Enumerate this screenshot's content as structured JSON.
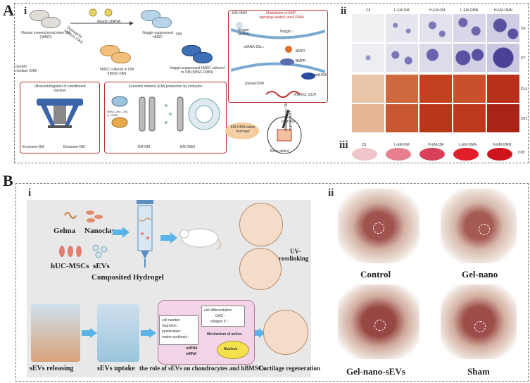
{
  "panelA": {
    "letter": "A",
    "sub_i": "i",
    "sub_ii": "ii",
    "sub_iii": "iii",
    "hmsc_label": "Human mesenchymal stem cell (hMSC)",
    "noggin_shrna": "Noggin shRNA",
    "noggin_suppressed": "Noggin-suppressed hMSC",
    "osteogenic_medium": "Osteogenic Medium (OM)",
    "om": "OM",
    "growth_medium": "Growth medium (GM)",
    "hmsc_om": "hMSC cultured in OM (hMSC-OM)",
    "hmsc_omn": "Noggin-suppressed hMSC cultured in OM (hMSC-OMN)",
    "ultracentrifugation": "Ultracentrifugation of conditioned medium",
    "em_production": "Exosome mimetic (EM) production by extrusion",
    "cells_small": "hMSC-GM, -OM, or -OMN",
    "exosome_gm": "Exosome-GM",
    "exosome_om": "Exosome-OM",
    "em_om": "EM-OM",
    "em_omn": "EM-OMN",
    "em_omn_hydrogel": "EM-OMN-laden hydrogel",
    "injection": "Injection",
    "bone_defect": "Bone defect",
    "osteogenesis": "Osteogenesis / Bone regeneration",
    "mod_title_1": "Modulation of BMP",
    "mod_title_2": "signaling-related small RNAs",
    "inset_em_omn": "EM-OMN",
    "inset_noggin_shrna": "Noggin shRNA",
    "inset_noggin": "Noggin ↓",
    "inset_mirna": "miRNA-29a ↓",
    "inset_bmp2": "BMP2",
    "inset_bmpr": "BMPR",
    "inset_smad": "Smad1/5/8",
    "inset_psmad": "pSmad1/5/8",
    "inset_runx": "RUNX2, OCN",
    "ii_cols": [
      "Ctl",
      "L-EM-OM",
      "H-EM-OM",
      "L-EM-OMN",
      "H-EM-OMN"
    ],
    "ii_rows": [
      "D3",
      "D7",
      "D14",
      "D21"
    ],
    "iii_cols": [
      "Ctl",
      "L-EM-OM",
      "H-EM-OM",
      "L-EM-OMN",
      "H-EM-OMN"
    ],
    "iii_day": "D28"
  },
  "panelB": {
    "letter": "B",
    "sub_i": "i",
    "sub_ii": "ii",
    "gelma": "Gelma",
    "nanoclay": "Nanoclay",
    "huc_mscs": "hUC-MSCs",
    "sevs": "sEVs",
    "composited_hydrogel": "Composited Hydrogel",
    "uv_1": "UV-",
    "uv_2": "crosslinking",
    "sevs_releasing": "sEVs releasing",
    "sevs_uptake": "sEVs uptake",
    "role_label": "the role of sEVs on chondrocytes and hBMSCs",
    "cartilage_regen": "Cartilage regeneration",
    "box1_l1": "cell number",
    "box1_l2": "migration↑",
    "box1_l3": "proliferation↑",
    "box1_l4": "matrix synthesis↑",
    "box2_l1": "cell-differentiation",
    "box2_l2": "GAG↑",
    "box2_l3": "collagen II ↑",
    "mechanism": "Mechanism of action",
    "mirna": "miRNA",
    "mrna": "mRNA",
    "nucleus": "Nucleus",
    "photo_labels": [
      "Control",
      "Gel-nano",
      "Gel-nano-sEVs",
      "Sham"
    ]
  }
}
